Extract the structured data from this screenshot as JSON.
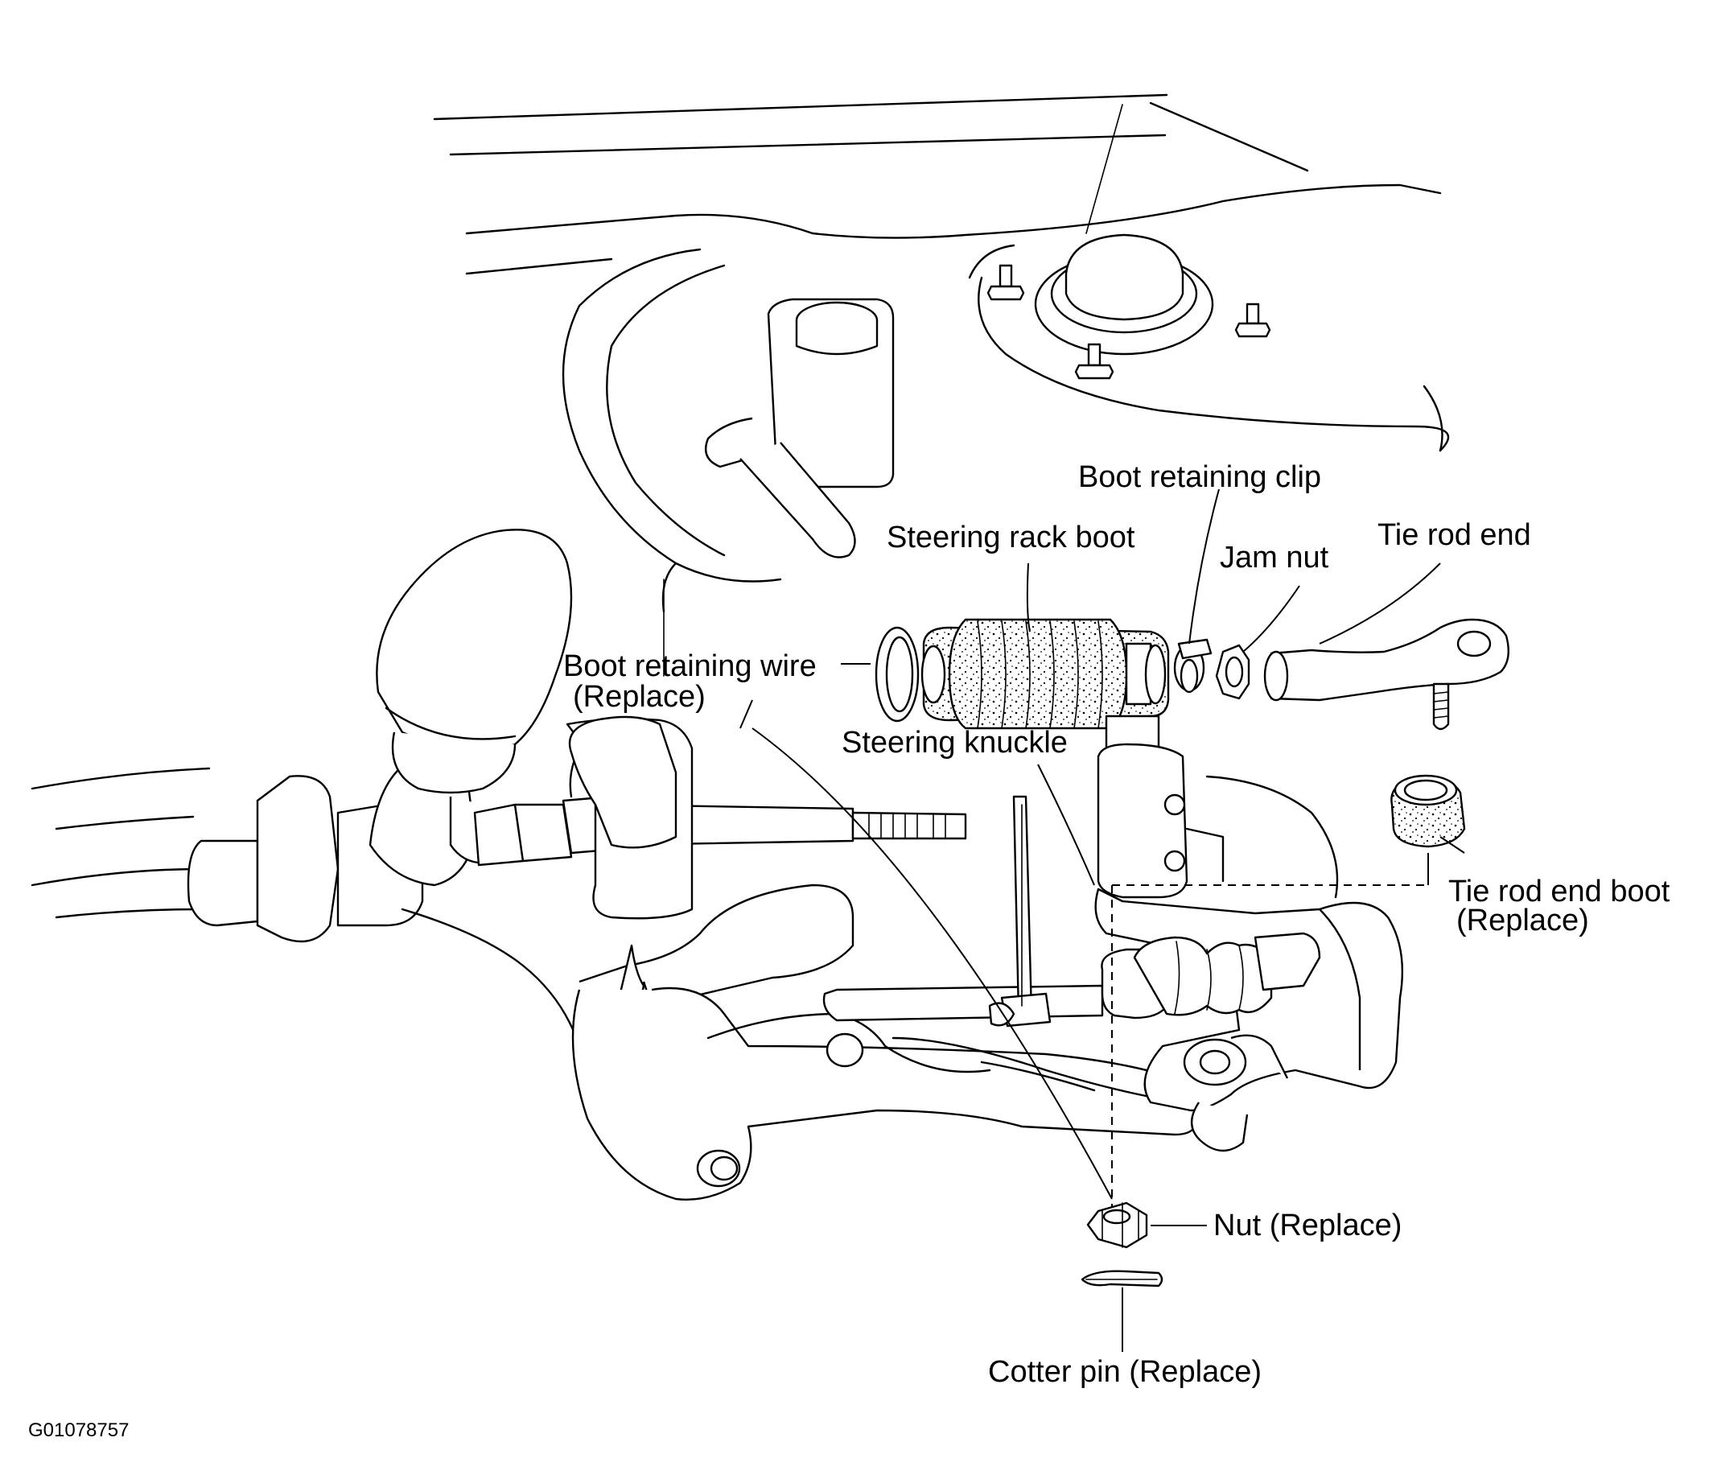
{
  "labels": {
    "boot_retaining_clip": "Boot retaining clip",
    "steering_rack_boot": "Steering rack boot",
    "tie_rod_end": "Tie rod end",
    "jam_nut": "Jam nut",
    "boot_retaining_wire": "Boot retaining wire",
    "boot_retaining_wire_note": "(Replace)",
    "steering_knuckle": "Steering knuckle",
    "tie_rod_end_boot": "Tie rod end boot",
    "tie_rod_end_boot_note": "(Replace)",
    "nut": "Nut (Replace)",
    "cotter_pin": "Cotter pin (Replace)"
  },
  "figure_id": "G01078757",
  "colors": {
    "line": "#000000",
    "background": "#ffffff"
  }
}
